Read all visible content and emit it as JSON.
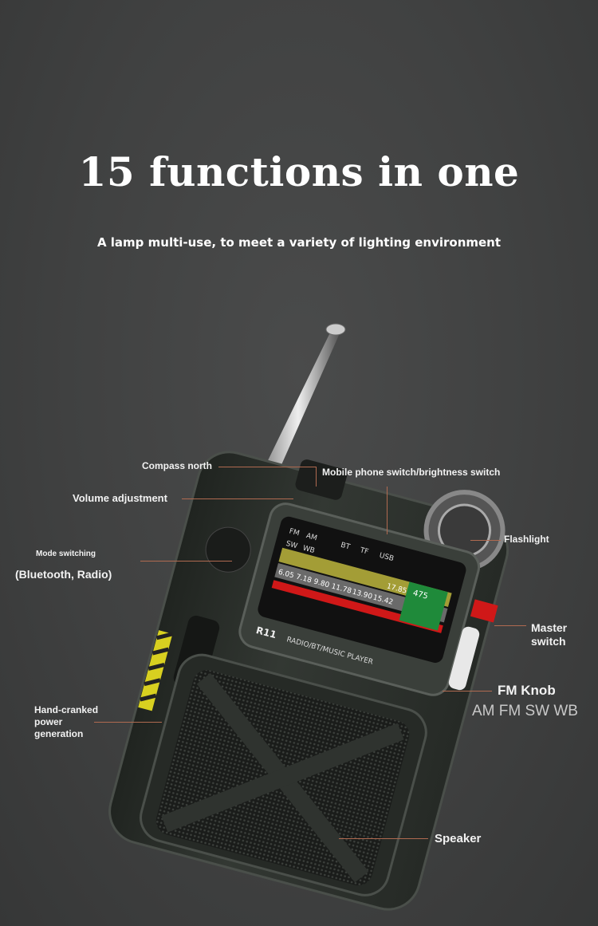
{
  "header": {
    "title": "15 functions in one",
    "subtitle": "A lamp multi-use, to meet a variety of lighting environment"
  },
  "callouts": {
    "compass": "Compass north",
    "mobile_switch": "Mobile phone switch/brightness switch",
    "volume": "Volume adjustment",
    "flashlight": "Flashlight",
    "mode": "Mode switching",
    "mode_detail": "(Bluetooth, Radio)",
    "master_1": "Master",
    "master_2": "switch",
    "fm_knob": "FM Knob",
    "bands": "AM FM SW WB",
    "crank_1": "Hand-cranked",
    "crank_2": "power",
    "crank_3": "generation",
    "speaker": "Speaker"
  },
  "device": {
    "model": "R11",
    "caption": "RADIO/BT/MUSIC PLAYER",
    "display_labels": [
      "FM",
      "AM",
      "BT",
      "TF",
      "USB",
      "SW",
      "WB"
    ],
    "display_values": [
      "6.05",
      "7.18",
      "9.80",
      "11.78",
      "13.90",
      "15.42",
      "17.85",
      "475"
    ],
    "colors": {
      "body": "#2b2f2b",
      "accent_red": "#d01818",
      "display_green": "#1f8a3a",
      "hazard_yellow": "#d8d020"
    }
  }
}
